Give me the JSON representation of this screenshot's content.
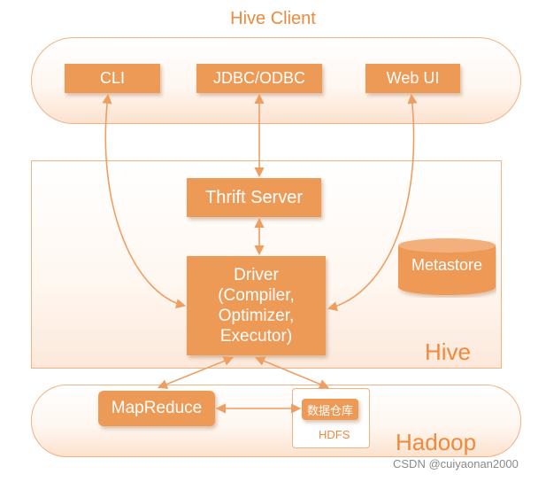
{
  "hive_client": {
    "title": "Hive Client",
    "cli": "CLI",
    "jdbc_odbc": "JDBC/ODBC",
    "web_ui": "Web UI"
  },
  "hive": {
    "label": "Hive",
    "thrift_server": "Thrift Server",
    "driver_lines": [
      "Driver",
      "(Compiler,",
      "Optimizer,",
      "Executor)"
    ],
    "metastore": "Metastore"
  },
  "hadoop": {
    "label": "Hadoop",
    "mapreduce": "MapReduce",
    "data_warehouse": "数据仓库",
    "hdfs": "HDFS"
  },
  "watermark": "CSDN @cuiyaonan2000",
  "colors": {
    "box_fill": "#ee9a57",
    "title_text": "#ef8a3c",
    "border": "#f0b183",
    "arrow": "#ef9e62"
  }
}
